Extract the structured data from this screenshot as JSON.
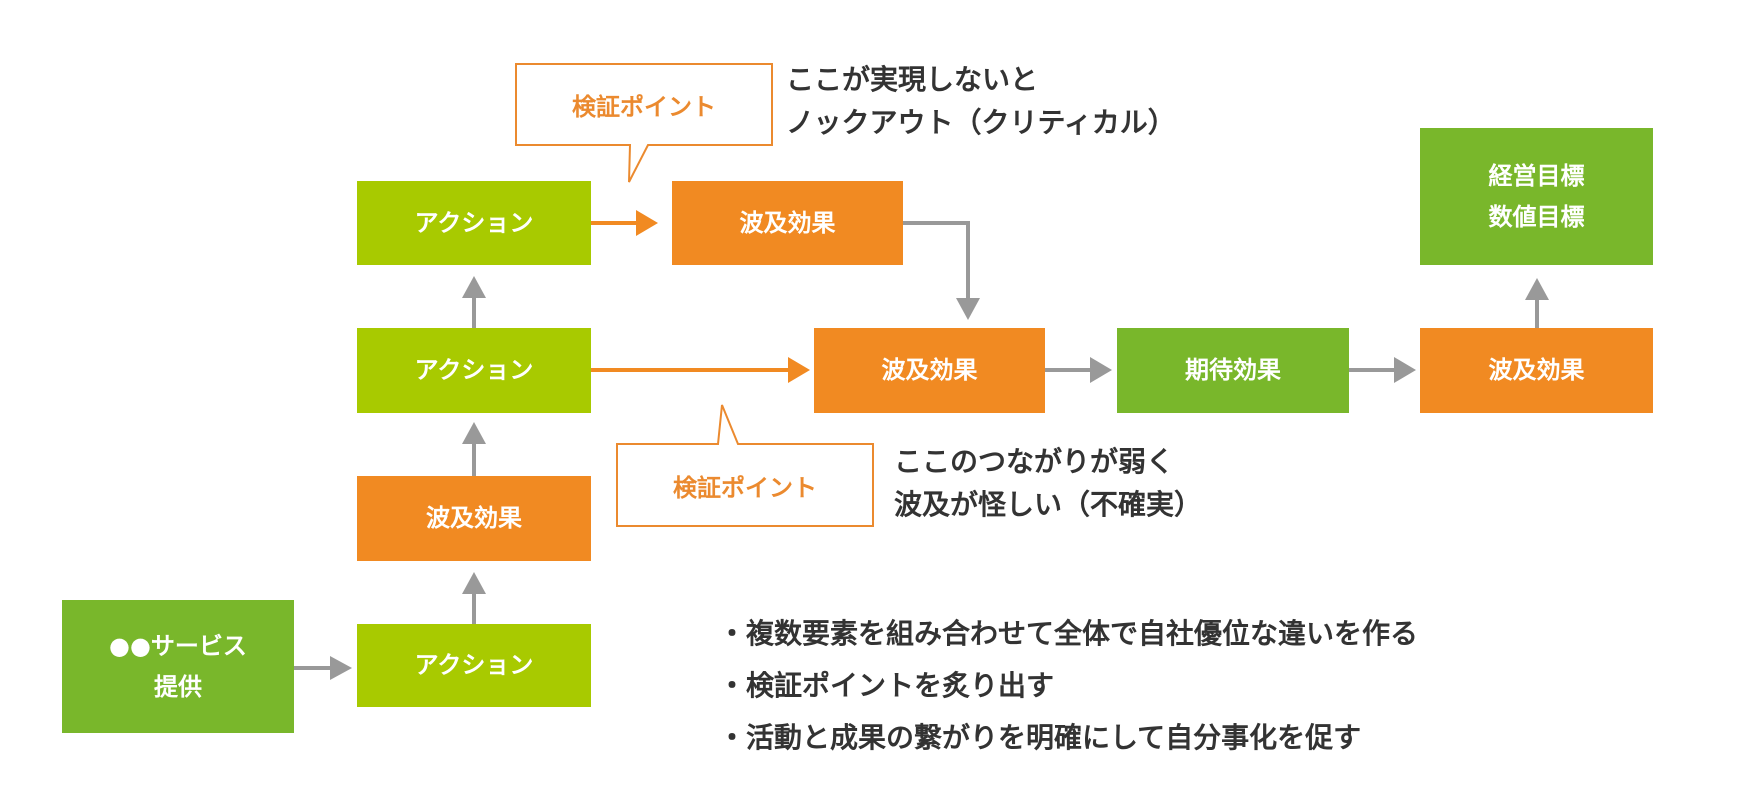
{
  "diagram": {
    "nodes": {
      "service": "●●サービス\n提供",
      "action_bottom": "アクション",
      "effect_row3": "波及効果",
      "action_middle": "アクション",
      "action_top": "アクション",
      "effect_top": "波及効果",
      "effect_middle": "波及効果",
      "expected_effect": "期待効果",
      "effect_right": "波及効果",
      "goal": "経営目標\n数値目標"
    },
    "callouts": {
      "top": {
        "label": "検証ポイント",
        "note_line1": "ここが実現しないと",
        "note_line2": "ノックアウト（クリティカル）"
      },
      "bottom": {
        "label": "検証ポイント",
        "note_line1": "ここのつながりが弱く",
        "note_line2": "波及が怪しい（不確実）"
      }
    },
    "bullets": [
      "・複数要素を組み合わせて全体で自社優位な違いを作る",
      "・検証ポイントを炙り出す",
      "・活動と成果の繋がりを明確にして自分事化を促す"
    ],
    "colors": {
      "action": "#A8CA00",
      "effect": "#F18A22",
      "goal": "#79B72B",
      "arrow_gray": "#999999",
      "arrow_orange": "#F18A22",
      "text": "#333333"
    }
  }
}
